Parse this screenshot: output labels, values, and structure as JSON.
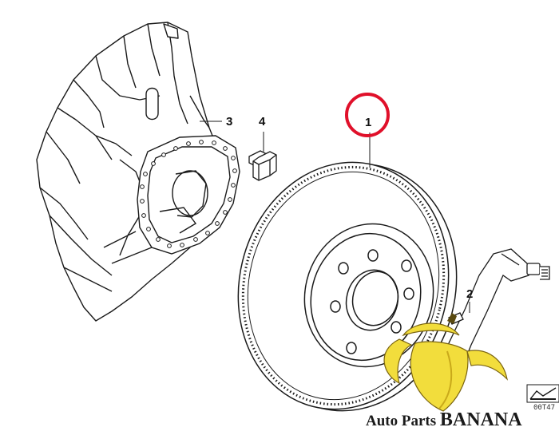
{
  "callouts": {
    "disc": "1",
    "control_arm": "2",
    "dust_shield": "3",
    "bolt": "4"
  },
  "watermark": {
    "prefix": "Auto Parts ",
    "name": "BANANA",
    "highlight_color": "#e8d33a"
  },
  "diagram_ref": "00T47",
  "colors": {
    "line": "#1a1a1a",
    "highlight_circle": "#e0102a",
    "banana_yellow": "#f2dd3c",
    "banana_shadow": "#c9a91a"
  }
}
